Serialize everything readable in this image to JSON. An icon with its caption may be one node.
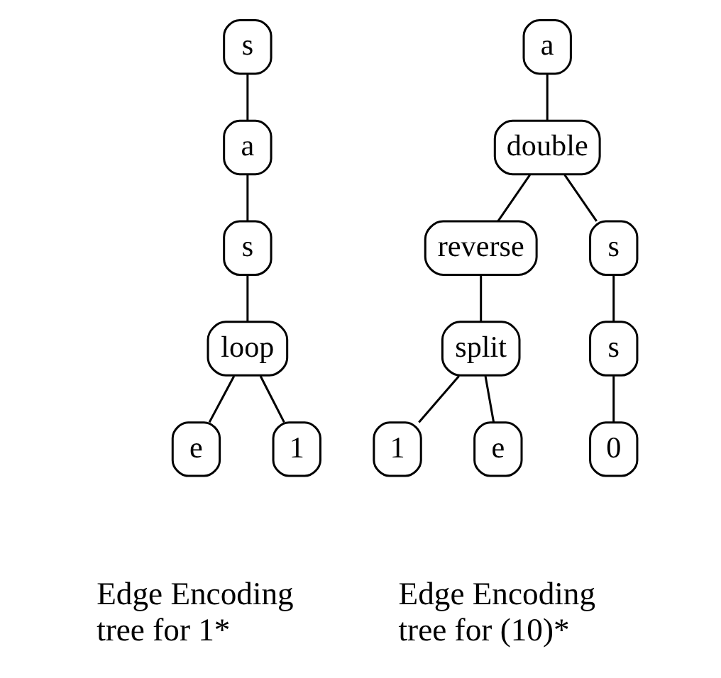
{
  "diagram": {
    "nodes": [
      {
        "text": [
          "s"
        ]
      },
      {
        "text": [
          "a"
        ]
      },
      {
        "text": [
          "s"
        ]
      },
      {
        "text": [
          "loop"
        ]
      },
      {
        "text": [
          "e"
        ]
      },
      {
        "text": [
          "1"
        ]
      },
      {
        "text": [
          "a"
        ]
      },
      {
        "text": [
          "double"
        ]
      },
      {
        "text": [
          "reverse"
        ]
      },
      {
        "text": [
          "s"
        ]
      },
      {
        "text": [
          "split"
        ]
      },
      {
        "text": [
          "s"
        ]
      },
      {
        "text": [
          "1"
        ]
      },
      {
        "text": [
          "e"
        ]
      },
      {
        "text": [
          "0"
        ]
      }
    ],
    "edges": [
      {
        "from": 0,
        "to": 1,
        "arrow": "none"
      },
      {
        "from": 1,
        "to": 2,
        "arrow": "none"
      },
      {
        "from": 2,
        "to": 3,
        "arrow": "none"
      },
      {
        "from": 3,
        "to": 4,
        "arrow": "none"
      },
      {
        "from": 3,
        "to": 5,
        "arrow": "none"
      },
      {
        "from": 6,
        "to": 7,
        "arrow": "none"
      },
      {
        "from": 7,
        "to": 8,
        "arrow": "none"
      },
      {
        "from": 7,
        "to": 9,
        "arrow": "none"
      },
      {
        "from": 8,
        "to": 10,
        "arrow": "none"
      },
      {
        "from": 9,
        "to": 11,
        "arrow": "none"
      },
      {
        "from": 10,
        "to": 12,
        "arrow": "none"
      },
      {
        "from": 10,
        "to": 13,
        "arrow": "none"
      },
      {
        "from": 11,
        "to": 14,
        "arrow": "none"
      }
    ],
    "labels": [
      "Edge Encoding tree for 1*",
      "Edge Encoding tree for (10)*"
    ]
  }
}
